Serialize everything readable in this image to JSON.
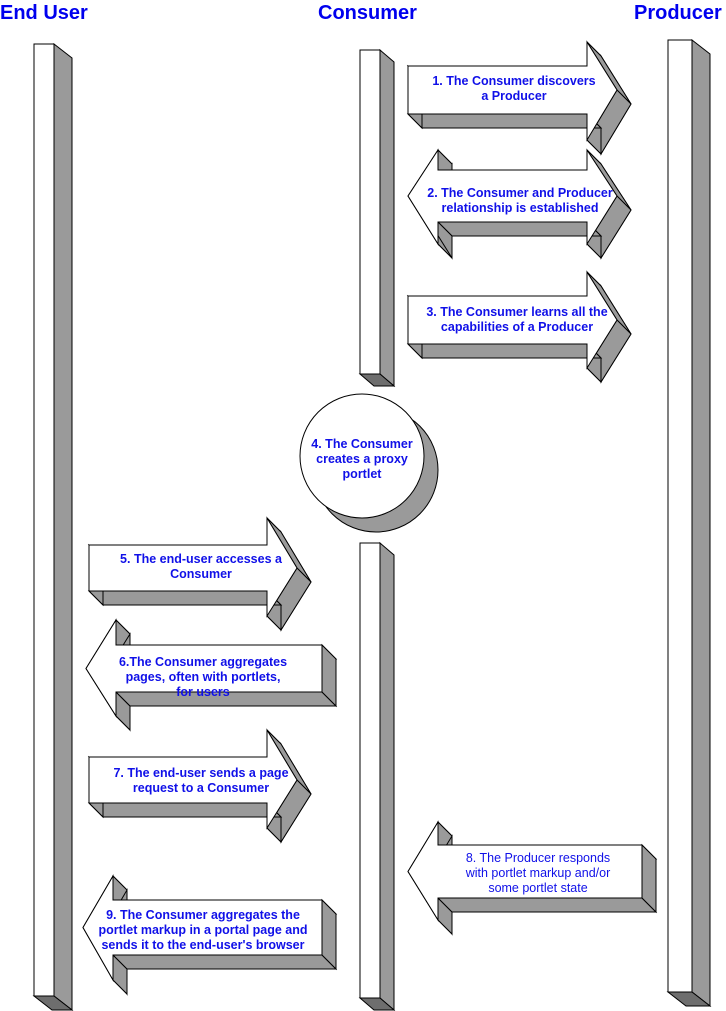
{
  "actors": {
    "end_user": "End User",
    "consumer": "Consumer",
    "producer": "Producer"
  },
  "steps": [
    {
      "lines": [
        "1. The Consumer discovers",
        "a Producer"
      ]
    },
    {
      "lines": [
        "2. The Consumer and Producer",
        "relationship is established"
      ]
    },
    {
      "lines": [
        "3. The Consumer learns all the",
        "capabilities of a Producer"
      ]
    },
    {
      "lines": [
        "4. The Consumer",
        "creates a proxy",
        "portlet"
      ]
    },
    {
      "lines": [
        "5. The end-user accesses a",
        "Consumer"
      ]
    },
    {
      "lines": [
        "6.The Consumer aggregates",
        "pages, often with portlets,",
        "for users"
      ]
    },
    {
      "lines": [
        "7. The end-user sends a page",
        "request to a Consumer"
      ]
    },
    {
      "lines": [
        "8. The Producer responds",
        "with portlet markup and/or",
        "some portlet state"
      ]
    },
    {
      "lines": [
        "9. The Consumer aggregates the",
        "portlet markup in a portal page and",
        "sends it to the end-user's browser"
      ]
    }
  ],
  "colors": {
    "text": "#1010e8",
    "shadow": "#9a9a9a",
    "shadow_dark": "#6e6e6e",
    "outline": "#000000",
    "fill": "#ffffff"
  }
}
